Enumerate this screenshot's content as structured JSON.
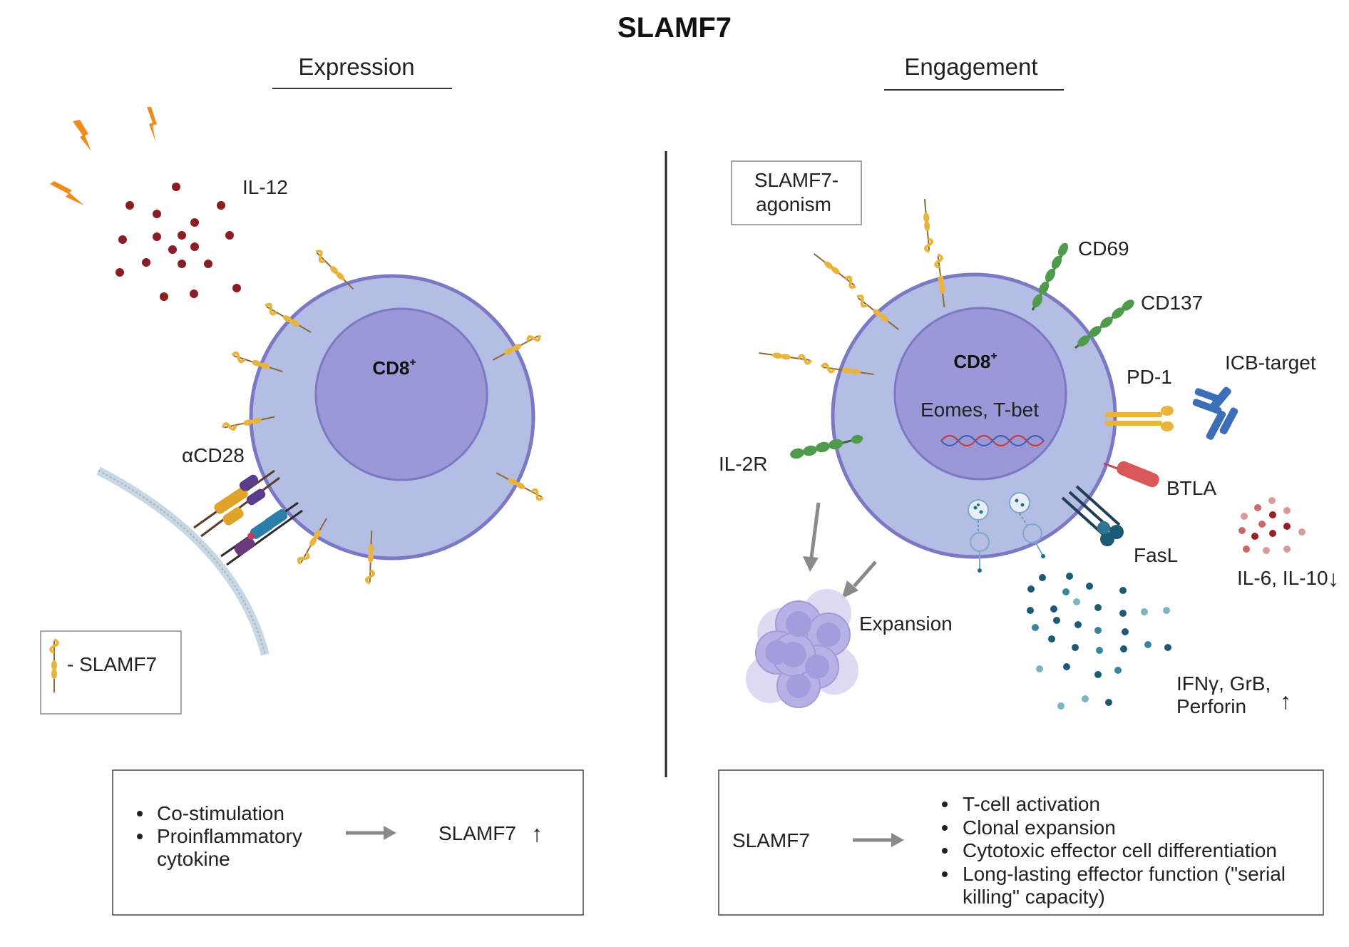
{
  "title": "SLAMF7",
  "left": {
    "heading": "Expression",
    "cell_label": "CD8",
    "cell_sup": "+",
    "cytokine_label": "IL-12",
    "antibody_label": "αCD28",
    "legend_text": "- SLAMF7",
    "summary": {
      "items": [
        "Co-stimulation",
        "Proinflammatory",
        "cytokine"
      ],
      "result": "SLAMF7",
      "result_arrow": "↑"
    }
  },
  "right": {
    "heading": "Engagement",
    "agonism_line1": "SLAMF7-",
    "agonism_line2": "agonism",
    "cell_label": "CD8",
    "cell_sup": "+",
    "nucleus_text": "Eomes, T-bet",
    "markers": {
      "cd69": "CD69",
      "cd137": "CD137",
      "pd1": "PD-1",
      "icb": "ICB-target",
      "il2r": "IL-2R",
      "btla": "BTLA",
      "fasl": "FasL",
      "expansion": "Expansion"
    },
    "il_label": "IL-6, IL-10",
    "il_arrow": "↓",
    "effector_line1": "IFNγ, GrB,",
    "effector_line2": "Perforin",
    "effector_arrow": "↑",
    "summary": {
      "source": "SLAMF7",
      "items": [
        "T-cell activation",
        "Clonal expansion",
        "Cytotoxic effector cell differentiation",
        "Long-lasting effector function (\"serial",
        "killing\" capacity)"
      ]
    }
  },
  "colors": {
    "cell_outer": "#b4bde3",
    "cell_border": "#7b78c4",
    "nucleus": "#9a98d6",
    "slamf7": "#e9b33c",
    "cytokine_red": "#8b1d24",
    "green": "#4f9a4c",
    "bolt": "#f08a1a"
  }
}
